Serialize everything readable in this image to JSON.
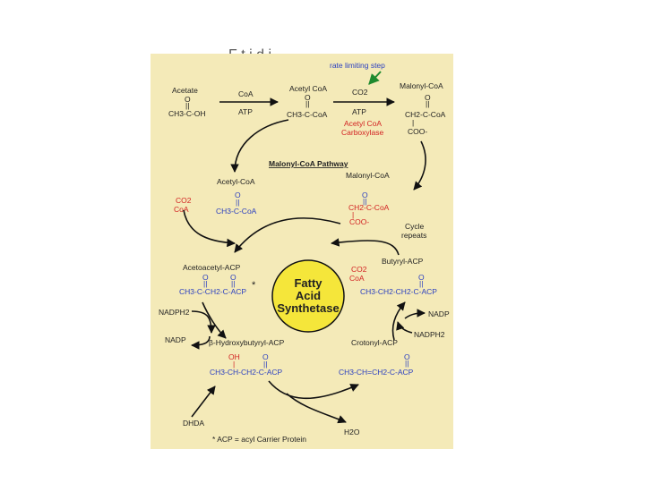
{
  "slide": {
    "background": "#ffffff",
    "panel_color": "#f4eab8",
    "center_color": "#f5e63a"
  },
  "title_fragment": "F       t         i    d    i   ",
  "rate_limiting": "rate limiting step",
  "row1": {
    "acetate": "Acetate",
    "acetate_o": "O",
    "acetate_bond": "||",
    "acetate_formula": "CH3-C-OH",
    "coa": "CoA",
    "atp1": "ATP",
    "acetylcoa": "Acetyl CoA",
    "acetylcoa_o": "O",
    "acetylcoa_bond": "||",
    "acetylcoa_formula": "CH3-C-CoA",
    "co2": "CO2",
    "atp2": "ATP",
    "enzyme1": "Acetyl CoA",
    "enzyme2": "Carboxylase",
    "malonylcoa": "Malonyl-CoA",
    "malonyl_o": "O",
    "malonyl_bond": "||",
    "malonyl_formula": "CH2-C-CoA",
    "malonyl_bar": "|",
    "malonyl_coo": "COO-"
  },
  "pathway_title": "Malonyl-CoA Pathway",
  "left_mid": {
    "acetylcoa": "Acetyl-CoA",
    "o": "O",
    "bond": "||",
    "formula": "CH3-C-CoA",
    "co2": "CO2",
    "coa": "CoA"
  },
  "right_mid": {
    "malonylcoa": "Malonyl-CoA",
    "o": "O",
    "bond": "||",
    "formula": "CH2-C-CoA",
    "bar": "|",
    "coo": "COO-",
    "cycle1": "Cycle",
    "cycle2": "repeats"
  },
  "center": {
    "line1": "Fatty",
    "line2": "Acid",
    "line3": "Synthetase"
  },
  "acetoacetyl": {
    "label": "Acetoacetyl-ACP",
    "o1": "O",
    "o2": "O",
    "bond1": "||",
    "bond2": "||",
    "formula": "CH3-C-CH2-C-ACP",
    "star": "*"
  },
  "butyryl": {
    "label": "Butyryl-ACP",
    "co2": "CO2",
    "coa": "CoA",
    "o": "O",
    "bond": "||",
    "formula": "CH3-CH2-CH2-C-ACP"
  },
  "nadph_left": "NADPH2",
  "nadp_left": "NADP",
  "hydroxybutyryl": {
    "label": "β-Hydroxybutyryl-ACP",
    "oh": "OH",
    "o": "O",
    "bar": "|",
    "bond": "||",
    "formula": "CH3-CH-CH2-C-ACP"
  },
  "nadp_right": "NADP",
  "nadph_right": "NADPH2",
  "crotonyl": {
    "label": "Crotonyl-ACP",
    "o": "O",
    "bond": "||",
    "formula": "CH3-CH=CH2-C-ACP"
  },
  "dhda": "DHDA",
  "h2o": "H2O",
  "footnote": "* ACP = acyl Carrier Protein"
}
